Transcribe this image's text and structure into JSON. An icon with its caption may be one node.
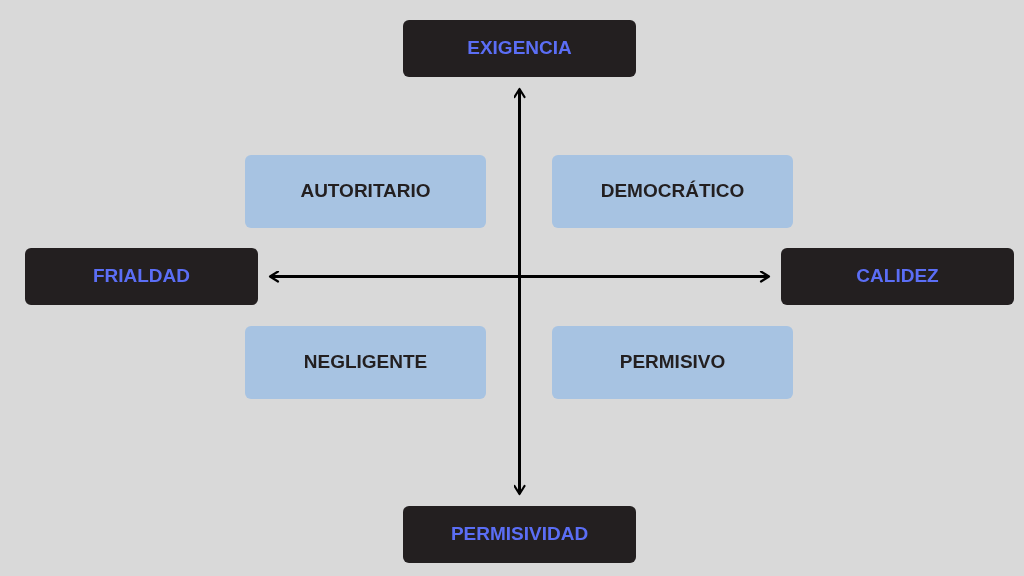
{
  "diagram": {
    "nodes": [
      {
        "text": [
          "EXIGENCIA"
        ]
      },
      {
        "text": [
          "AUTORITARIO"
        ]
      },
      {
        "text": [
          "DEMOCRÁTICO"
        ]
      },
      {
        "text": [
          "FRIALDAD"
        ]
      },
      {
        "text": [
          "CALIDEZ"
        ]
      },
      {
        "text": [
          "NEGLIGENTE"
        ]
      },
      {
        "text": [
          "PERMISIVO"
        ]
      },
      {
        "text": [
          "PERMISIVIDAD"
        ]
      }
    ],
    "edges": [
      {
        "from": 0,
        "to": 7,
        "arrow": "both"
      },
      {
        "from": 3,
        "to": 4,
        "arrow": "both"
      }
    ]
  }
}
